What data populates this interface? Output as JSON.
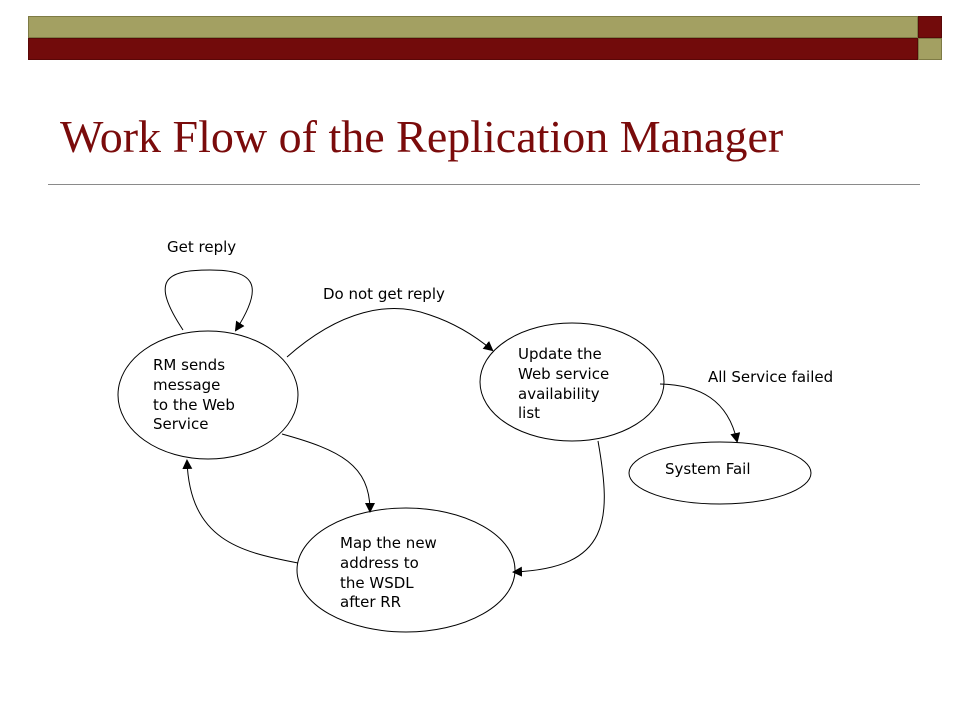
{
  "slide": {
    "title": "Work Flow of the Replication Manager",
    "colors": {
      "olive": "#a3a062",
      "maroon": "#720b0b",
      "title": "#7a0b0b"
    }
  },
  "diagram": {
    "nodes": {
      "rm_sends": {
        "lines": [
          "RM sends",
          "message",
          "to the Web",
          "Service"
        ]
      },
      "update_list": {
        "lines": [
          "Update the",
          "Web service",
          "availability",
          "list"
        ]
      },
      "system_fail": {
        "lines": [
          "System Fail"
        ]
      },
      "map_address": {
        "lines": [
          "Map the new",
          "address to",
          "the WSDL",
          "after RR"
        ]
      }
    },
    "edges": {
      "get_reply": "Get reply",
      "do_not_get_reply": "Do not get reply",
      "all_service_failed": "All Service failed"
    }
  }
}
